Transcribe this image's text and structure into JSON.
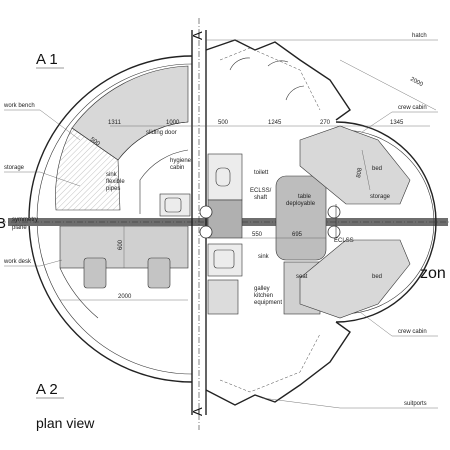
{
  "sections": {
    "a1": "A 1",
    "a2": "A 2",
    "a_top": "A",
    "a_bottom": "A",
    "b": "B"
  },
  "view_title": "plan view",
  "zone_label": "zon",
  "labels": {
    "hatch": "hatch",
    "crew_cabin_top": "crew cabin",
    "crew_cabin_bottom": "crew cabin",
    "work_bench": "work bench",
    "storage_left": "storage",
    "sink_pipes_1": "sink",
    "sink_pipes_2": "flexible",
    "sink_pipes_3": "pipes",
    "hygiene_1": "hygiene",
    "hygiene_2": "cabin",
    "sliding_door": "sliding door",
    "toilet": "toilett",
    "eclss_shaft_1": "ECLSS/",
    "eclss_shaft_2": "shaft",
    "table_1": "table",
    "table_2": "deployable",
    "storage_right": "storage",
    "bed_top": "bed",
    "bed_bottom": "bed",
    "symmetry_1": "symmetry",
    "symmetry_2": "plane",
    "eclss": "ECLSS",
    "sink": "sink",
    "seat": "seat",
    "galley_1": "galley",
    "galley_2": "kitchen",
    "galley_3": "equipment",
    "work_desk": "work desk",
    "suitports": "suitports"
  },
  "dimensions": {
    "d2000_top": "2000",
    "d1311": "1311",
    "d500_left": "500",
    "d1000": "1000",
    "d500_mid": "500",
    "d1245": "1245",
    "d270": "270",
    "d1345": "1345",
    "d808": "808",
    "d550": "550",
    "d695": "695",
    "d600": "600",
    "d2000_bottom": "2000"
  },
  "colors": {
    "light_fill": "#d8d8d8",
    "mid_fill": "#bdbdbd",
    "dark_fill": "#9a9a9a",
    "line": "#222222"
  }
}
